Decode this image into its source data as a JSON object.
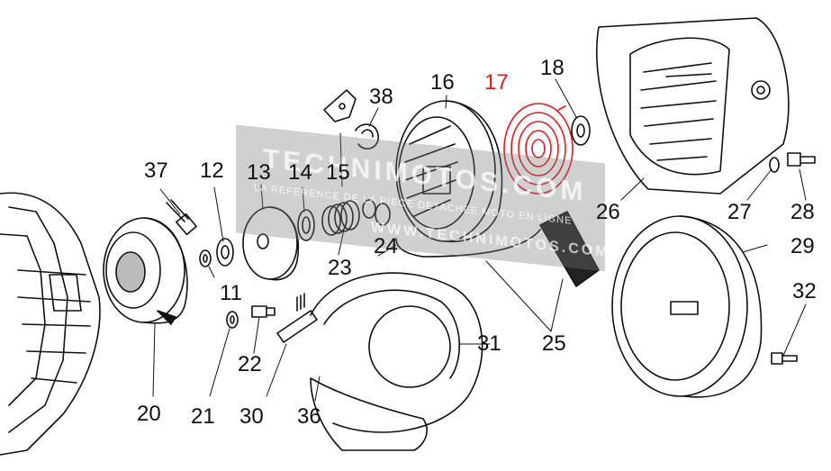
{
  "figure": {
    "highlight_color": "#e21b22",
    "line_color": "#111111"
  },
  "watermark": {
    "title": "TECHNIMOTOS.COM",
    "subtitle": "LA REFERENCE DE LA PIECE DETACHEE MOTO EN LIGNE",
    "url": "WWW.TECHNIMOTOS.COM"
  },
  "callouts": {
    "c11": "11",
    "c12": "12",
    "c13": "13",
    "c14": "14",
    "c15": "15",
    "c16": "16",
    "c17": "17",
    "c18": "18",
    "c20": "20",
    "c21": "21",
    "c22": "22",
    "c23": "23",
    "c24": "24",
    "c25": "25",
    "c26": "26",
    "c27": "27",
    "c28": "28",
    "c29": "29",
    "c30": "30",
    "c31": "31",
    "c32": "32",
    "c36": "36",
    "c37": "37",
    "c38": "38"
  }
}
